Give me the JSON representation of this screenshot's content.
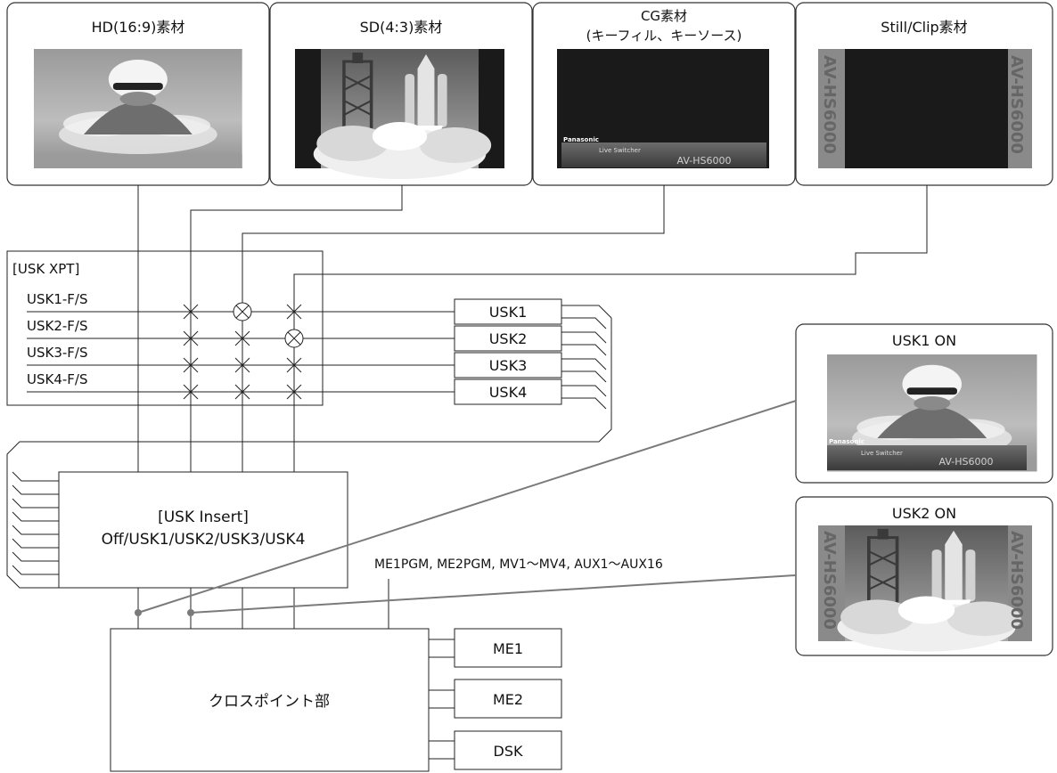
{
  "sources": [
    {
      "title": "HD(16:9)素材",
      "subtitle": ""
    },
    {
      "title": "SD(4:3)素材",
      "subtitle": ""
    },
    {
      "title": "CG素材",
      "subtitle": "(キーフィル、キーソース)"
    },
    {
      "title": "Still/Clip素材",
      "subtitle": ""
    }
  ],
  "cg_overlay": {
    "brand": "Panasonic",
    "caption": "Live Switcher",
    "model": "AV-HS6000"
  },
  "still_watermark": "AV-HS6000",
  "usk_xpt": {
    "title": "[USK XPT]",
    "rows": [
      "USK1-F/S",
      "USK2-F/S",
      "USK3-F/S",
      "USK4-F/S"
    ]
  },
  "usk_outputs": [
    "USK1",
    "USK2",
    "USK3",
    "USK4"
  ],
  "usk_insert": {
    "title": "[USK Insert]",
    "options": "Off/USK1/USK2/USK3/USK4"
  },
  "bus_label": "ME1PGM, ME2PGM, MV1〜MV4, AUX1〜AUX16",
  "crosspoint": {
    "label": "クロスポイント部"
  },
  "outputs": [
    "ME1",
    "ME2",
    "DSK"
  ],
  "previews": [
    {
      "title": "USK1 ON"
    },
    {
      "title": "USK2 ON"
    }
  ],
  "colors": {
    "line": "#222222",
    "frame": "#333333",
    "connector": "#7a7a7a",
    "screen": "#1a1a1a"
  }
}
